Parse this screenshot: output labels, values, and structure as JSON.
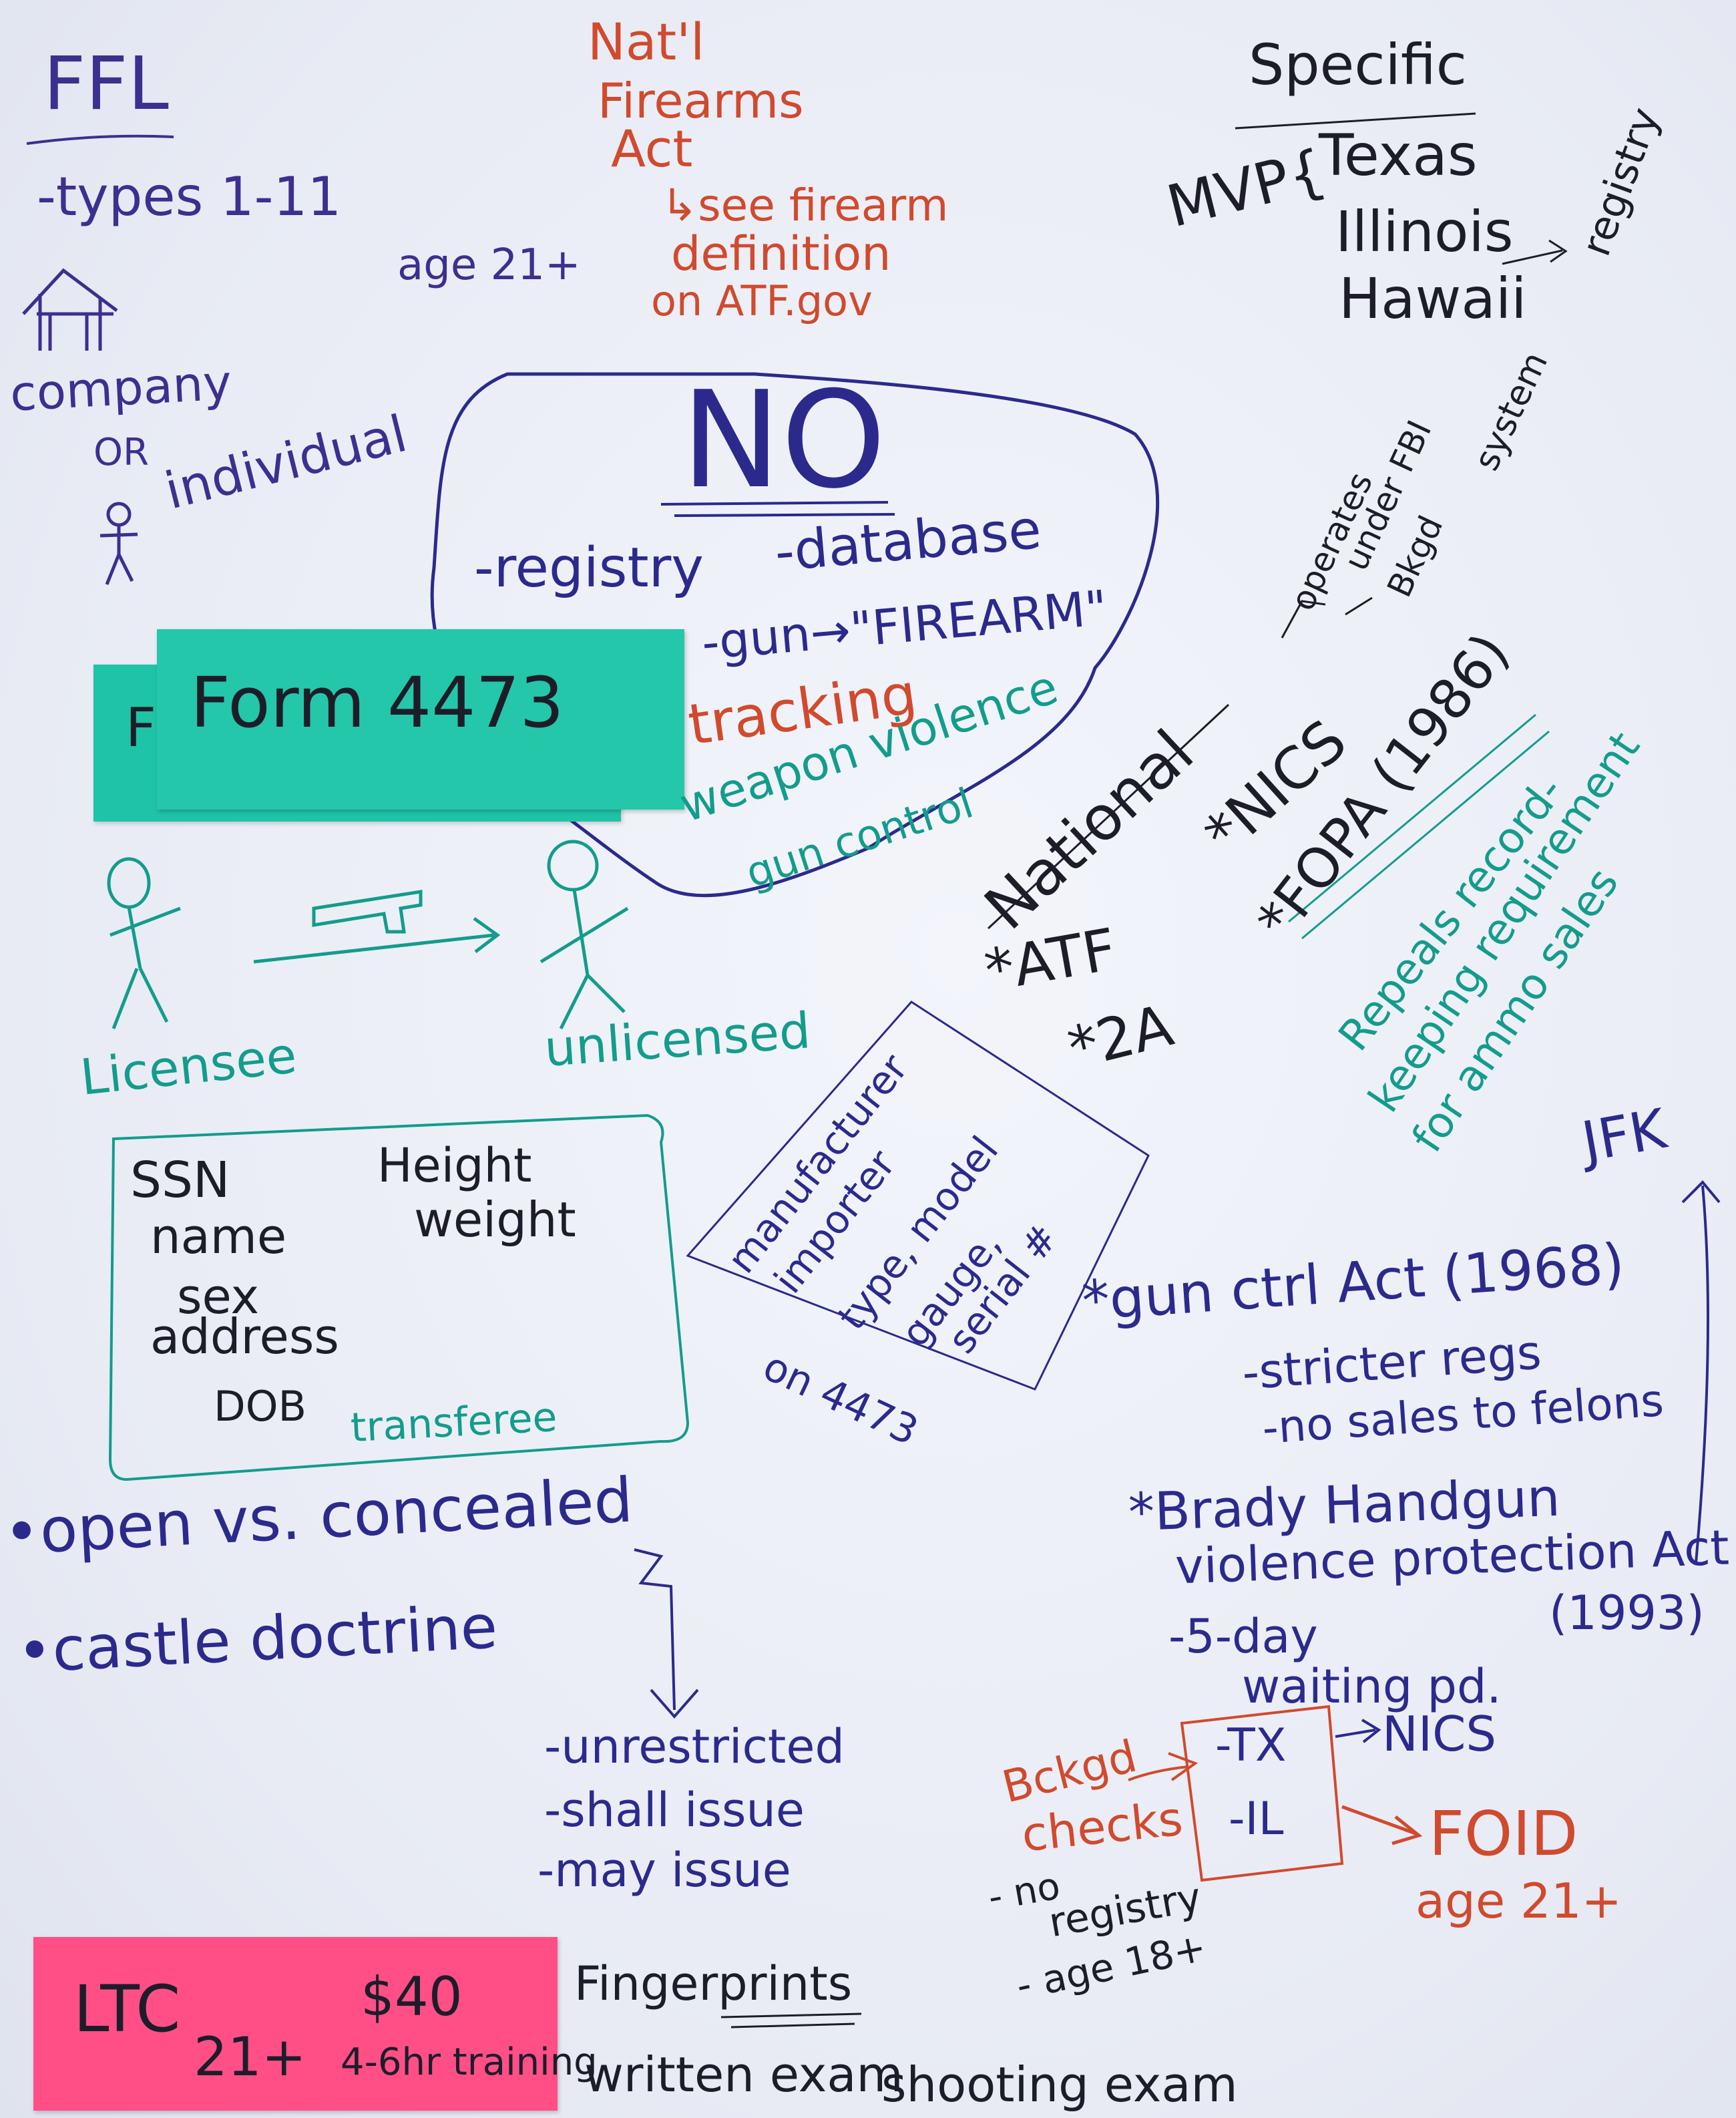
{
  "colors": {
    "navy": "#2b2a8c",
    "black": "#1d1d2a",
    "red": "#d04a2e",
    "teal": "#139c8c",
    "teal_note": "#1fc3a6",
    "pink_note": "#ff4f86"
  },
  "ffl": {
    "title": "FFL",
    "types": "-types 1-11",
    "company": "company",
    "or": "OR",
    "individual": "individual",
    "age": "age 21+"
  },
  "nfa": {
    "line1": "Nat'l",
    "line2": "Firearms",
    "line3": "Act",
    "see": "↳see firearm",
    "definition": "definition",
    "on": "on ATF.gov"
  },
  "specific": {
    "title": "Specific",
    "mvp": "MVP{",
    "states": [
      "Texas",
      "Illinois",
      "Hawaii"
    ],
    "registry": "registry",
    "system": "system",
    "operates": [
      "operates",
      "under FBI",
      "Bkgd"
    ]
  },
  "no_cloud": {
    "title": "NO",
    "registry": "-registry",
    "database": "-database",
    "gun_firearm": "-gun→\"FIREARM\"",
    "tracking": "tracking",
    "weapon_violence": "weapon violence",
    "gun_control": "gun control"
  },
  "form": {
    "back_letter": "F",
    "label": "Form 4473"
  },
  "transfer": {
    "licensee": "Licensee",
    "unlicensed": "unlicensed"
  },
  "transferee_box": {
    "ssn": "SSN",
    "name": "name",
    "sex": "sex",
    "address": "address",
    "dob": "DOB",
    "height": "Height",
    "weight": "weight",
    "caption": "transferee"
  },
  "firearm_note": {
    "lines": [
      "manufacturer",
      "importer",
      "type, model",
      "gauge,",
      "serial #"
    ],
    "caption": "on 4473"
  },
  "national": {
    "title": "National",
    "atf": "*ATF",
    "two_a": "*2A",
    "nics": "*NICS",
    "fopa": "*FOPA (1986)",
    "repeals": [
      "Repeals record-",
      "keeping requirement",
      "for ammo sales"
    ]
  },
  "jfk": "JFK",
  "gca": {
    "title": "*gun ctrl Act (1968)",
    "stricter": "-stricter regs",
    "no_sales": "-no sales to felons"
  },
  "brady": {
    "line1": "*Brady Handgun",
    "line2": "violence protection Act",
    "year": "(1993)",
    "five_day": "-5-day",
    "waiting": "waiting pd.",
    "tx": "-TX",
    "il": "-IL",
    "nics": "NICS",
    "foid": "FOID",
    "foid_age": "age 21+"
  },
  "bckgd": {
    "title1": "Bckgd",
    "title2": "checks",
    "no_registry1": "- no",
    "no_registry2": "registry",
    "age": "- age 18+"
  },
  "carry": {
    "open": "•open vs. concealed",
    "castle": "•castle doctrine",
    "unrestricted": "-unrestricted",
    "shall": "-shall issue",
    "may": "-may issue"
  },
  "ltc": {
    "label": "LTC",
    "age": "21+",
    "fee": "$40",
    "training": "4-6hr training"
  },
  "exams": {
    "fingerprints": "Fingerprints",
    "written": "written exam",
    "shooting": "shooting exam"
  }
}
